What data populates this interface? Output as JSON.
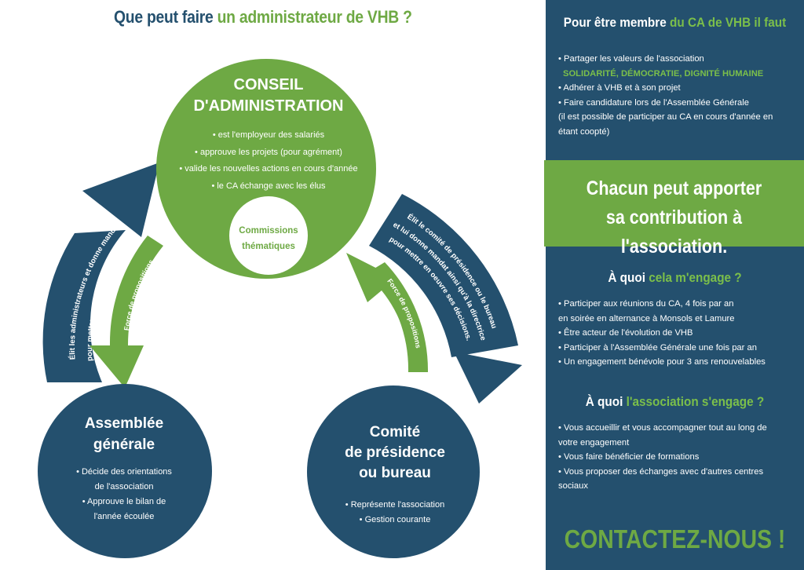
{
  "title": {
    "part1": "Que peut faire",
    "part2": "un administrateur de VHB ?"
  },
  "conseil": {
    "title_line1": "CONSEIL",
    "title_line2": "D'ADMINISTRATION",
    "bullets": [
      "• est l'employeur des salariés",
      "• approuve les projets (pour agrément)",
      "• valide les nouvelles actions en cours d'année",
      "• le CA échange avec les élus"
    ],
    "commissions_line1": "Commissions",
    "commissions_line2": "thématiques"
  },
  "assemblee": {
    "title_line1": "Assemblée",
    "title_line2": "générale",
    "lines": [
      "• Décide des orientations",
      "de l'association",
      "• Approuve le bilan de",
      "l'année écoulée"
    ]
  },
  "comite": {
    "title_line1": "Comité",
    "title_line2": "de présidence",
    "title_line3": "ou bureau",
    "lines": [
      "• Représente l'association",
      "• Gestion courante"
    ]
  },
  "arrows": {
    "left_band_line1": "Élit les administrateurs et donne mandat",
    "left_band_line2": "pour mettre en oeuvre ses décisions",
    "left_green": "Force de propositions",
    "right_green": "Force de propositions",
    "right_band_line1": "Élit le comité de présidence ou le bureau",
    "right_band_line2": "et lui donne mandat ainsi qu'à la directrice",
    "right_band_line3": "pour mettre en oeuvre ses décisions."
  },
  "panel": {
    "section1": {
      "title_part1": "Pour être membre",
      "title_part2": "du CA de VHB il faut",
      "items": [
        "• Partager les valeurs de l'association",
        "• Adhérer à VHB et à son projet",
        "• Faire candidature lors de l'Assemblée Générale",
        "(il est possible de participer au CA en cours d'année en",
        "étant coopté)"
      ],
      "values": "SOLIDARITÉ, DÉMOCRATIE, DIGNITÉ HUMAINE"
    },
    "banner_line1": "Chacun peut apporter",
    "banner_line2": "sa contribution à l'association.",
    "section2": {
      "title_part1": "À quoi",
      "title_part2": "cela m'engage ?",
      "items": [
        "• Participer aux réunions du CA, 4 fois par an",
        "en soirée  en alternance à Monsols et Lamure",
        "• Être acteur de l'évolution de VHB",
        "• Participer à l'Assemblée Générale une fois par an",
        "• Un engagement bénévole pour 3 ans renouvelables"
      ]
    },
    "section3": {
      "title_part1": "À quoi",
      "title_part2": "l'association s'engage ?",
      "items": [
        "• Vous accueillir et vous accompagner tout au long de",
        "votre engagement",
        "• Vous faire bénéficier de formations",
        "• Vous proposer des échanges avec d'autres centres",
        "sociaux"
      ]
    },
    "contact": "CONTACTEZ-NOUS !"
  },
  "colors": {
    "navy": "#24506e",
    "green": "#6ea944",
    "light_green": "#7bbf4a",
    "white": "#ffffff"
  }
}
